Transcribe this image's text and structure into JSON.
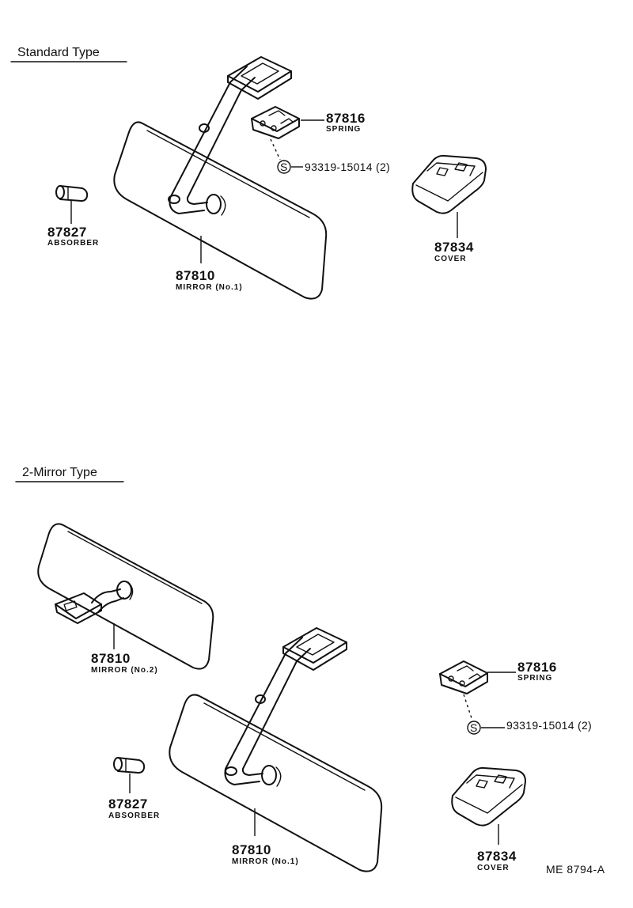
{
  "sections": {
    "standard": {
      "title": "Standard Type"
    },
    "two_mirror": {
      "title": "2-Mirror Type"
    }
  },
  "parts": {
    "std_spring": {
      "number": "87816",
      "name": "SPRING"
    },
    "std_screw": {
      "part_number": "93319-15014 (2)",
      "symbol": "S"
    },
    "std_cover": {
      "number": "87834",
      "name": "COVER"
    },
    "std_absorber": {
      "number": "87827",
      "name": "ABSORBER"
    },
    "std_mirror": {
      "number": "87810",
      "name": "MIRROR (No.1)"
    },
    "two_mirror2": {
      "number": "87810",
      "name": "MIRROR (No.2)"
    },
    "two_spring": {
      "number": "87816",
      "name": "SPRING"
    },
    "two_screw": {
      "part_number": "93319-15014 (2)",
      "symbol": "S"
    },
    "two_absorber": {
      "number": "87827",
      "name": "ABSORBER"
    },
    "two_mirror1": {
      "number": "87810",
      "name": "MIRROR (No.1)"
    },
    "two_cover": {
      "number": "87834",
      "name": "COVER"
    }
  },
  "drawing_code": "ME 8794-A"
}
